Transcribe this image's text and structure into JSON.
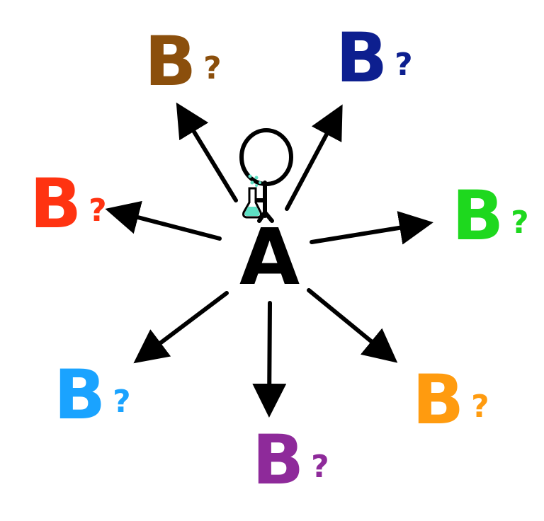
{
  "diagram": {
    "center": {
      "label": "A",
      "color": "#000000",
      "figure": "stick-figure-scientist-holding-flask",
      "flask_liquid_color": "#5ee0c4"
    },
    "targets": [
      {
        "id": "top-left",
        "label": "B",
        "suffix": "?",
        "color": "#8b4f0c"
      },
      {
        "id": "top-right",
        "label": "B",
        "suffix": "?",
        "color": "#0d1f8f"
      },
      {
        "id": "left",
        "label": "B",
        "suffix": "?",
        "color": "#ff3311"
      },
      {
        "id": "right",
        "label": "B",
        "suffix": "?",
        "color": "#1ed81e"
      },
      {
        "id": "bottom-left",
        "label": "B",
        "suffix": "?",
        "color": "#1aa3ff"
      },
      {
        "id": "bottom",
        "label": "B",
        "suffix": "?",
        "color": "#8e2a9a"
      },
      {
        "id": "bottom-right",
        "label": "B",
        "suffix": "?",
        "color": "#ff9b0f"
      }
    ],
    "arrow_color": "#000000"
  }
}
